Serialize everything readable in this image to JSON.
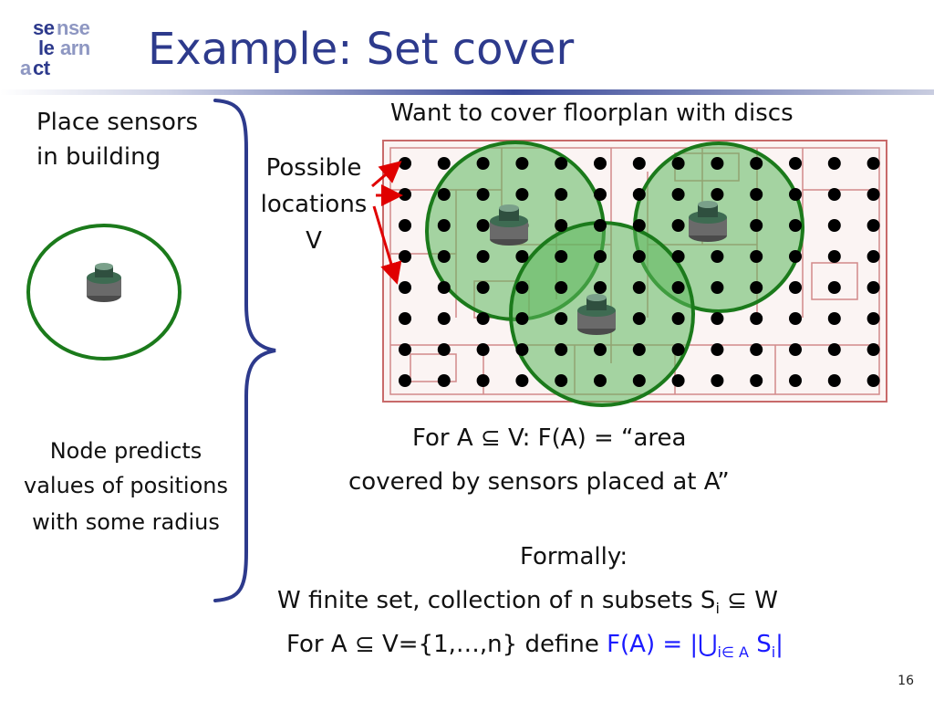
{
  "logo": {
    "line1_a": "se",
    "line1_b": "nse",
    "line2_a": "le",
    "line2_b": "arn",
    "line3_a": "a",
    "line3_b": "ct"
  },
  "title": "Example: Set cover",
  "left": {
    "place_line1": "Place sensors",
    "place_line2": "in building",
    "node_line1": "Node predicts",
    "node_line2": "values of positions",
    "node_line3": "with some radius"
  },
  "right": {
    "cover_title": "Want to cover floorplan with discs",
    "possible_line1": "Possible",
    "possible_line2": "locations",
    "possible_line3": "V",
    "for_a_line1": "For A ⊆ V: F(A) = “area",
    "for_a_line2": "covered by sensors placed at A”",
    "formally": "Formally:",
    "wfinite_pre": "W finite set, collection of n subsets S",
    "wfinite_sub": "i",
    "wfinite_post": " ⊆ W",
    "define_pre": "For A ⊆  V={1,…,n} define ",
    "define_f": "F(A) = |⋃",
    "define_sub": "i∈ A",
    "define_s": " S",
    "define_sub2": "i",
    "define_end": "|"
  },
  "slide_number": "16",
  "colors": {
    "title": "#2d3a8c",
    "disc_fill": "#5cb85c",
    "disc_stroke": "#1b7a1b",
    "arrow": "#e00000",
    "formula": "#1a1aff"
  }
}
